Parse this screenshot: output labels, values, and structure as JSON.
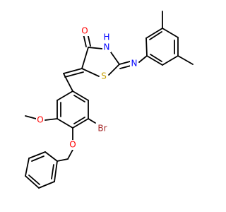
{
  "molecule": {
    "colors": {
      "bond": "#000000",
      "carbon": "#000000",
      "oxygen": "#ff0000",
      "nitrogen": "#0000ff",
      "sulfur": "#c8a000",
      "bromine": "#a52a2a",
      "background": "#ffffff"
    },
    "labels": {
      "carbonyl_o": "O",
      "ring_nh": "N",
      "ring_h": "H",
      "imine_n": "N",
      "ring_s": "S",
      "methoxy_o": "O",
      "bromo": "Br",
      "ether_o": "O"
    }
  }
}
